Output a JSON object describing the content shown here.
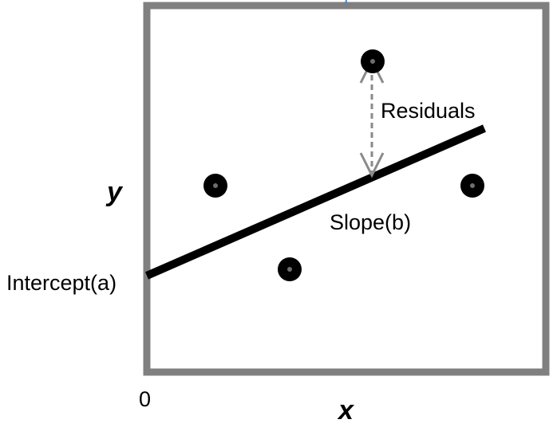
{
  "labels": {
    "y_axis": "y",
    "x_axis": "x",
    "origin": "0",
    "intercept": "Intercept(a)",
    "slope": "Slope(b)",
    "residuals": "Residuals"
  },
  "colors": {
    "frame": "#808080",
    "line": "#000000",
    "point": "#000000",
    "point_center": "#6e6e6e",
    "residual_arrow": "#8a8a8a"
  }
}
